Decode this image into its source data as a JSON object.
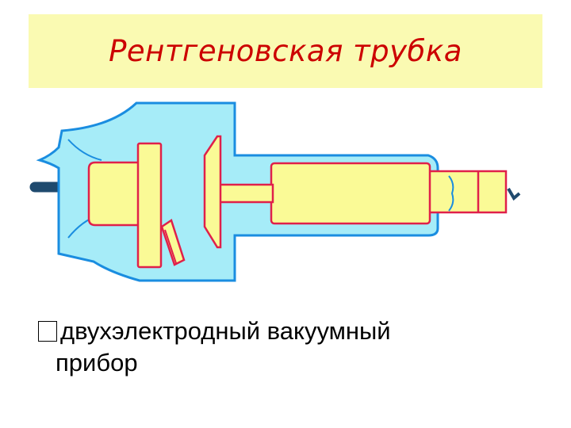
{
  "slide": {
    "title": "Рентгеновская трубка",
    "bullet_line1": "двухэлектродный вакуумный",
    "bullet_line2": "прибор"
  },
  "colors": {
    "title_band": "#fafab2",
    "title_text": "#cc0000",
    "glass": "#a6ecf8",
    "glass_outline": "#1a8de0",
    "electrode_fill": "#fafa96",
    "electrode_outline": "#e0204a",
    "cable": "#1f4a6e"
  }
}
